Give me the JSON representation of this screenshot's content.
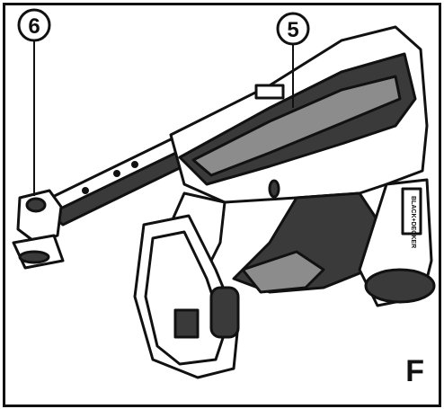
{
  "callouts": [
    {
      "label": "6"
    },
    {
      "label": "5"
    }
  ],
  "figure_letter": "F",
  "brand_text": "BLACK+DECKER",
  "colors": {
    "ink": "#111111",
    "paper": "#ffffff",
    "shade": "#3a3a3a",
    "mid": "#8c8c8c"
  }
}
